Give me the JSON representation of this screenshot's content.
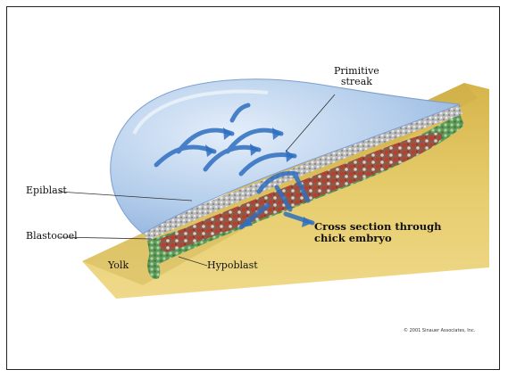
{
  "diagram": {
    "labels": {
      "primitive_streak_line1": "Primitive",
      "primitive_streak_line2": "streak",
      "epiblast": "Epiblast",
      "blastocoel": "Blastocoel",
      "yolk": "Yolk",
      "hypoblast": "Hypoblast",
      "caption_line1": "Cross section through",
      "caption_line2": "chick embryo"
    },
    "credit": "© 2001 Sinauer Associates, Inc.",
    "colors": {
      "yolk": "#e2c562",
      "yolk_dark": "#b89a3a",
      "dome": "#a9c3e6",
      "dome_light": "#d8e6f6",
      "arrows": "#2f6fc0",
      "epiblast_cells": "#c8c8c8",
      "hypoblast_cells": "#6fa86a",
      "mesoderm": "#c0392b",
      "frame": "#222222"
    }
  }
}
